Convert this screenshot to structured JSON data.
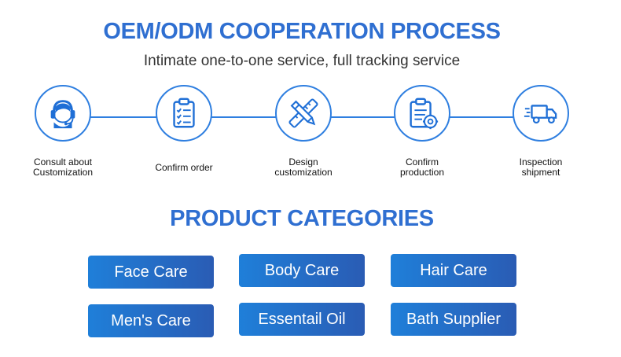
{
  "header": {
    "title": "OEM/ODM COOPERATION PROCESS",
    "subtitle": "Intimate one-to-one service, full tracking service"
  },
  "process": {
    "steps": [
      {
        "label": "Consult about\nCustomization",
        "icon": "headset-support-icon"
      },
      {
        "label": "Confirm order",
        "icon": "clipboard-checklist-icon"
      },
      {
        "label": "Design\ncustomization",
        "icon": "pencil-ruler-icon"
      },
      {
        "label": "Confirm\nproduction",
        "icon": "document-gear-icon"
      },
      {
        "label": "Inspection\nshipment",
        "icon": "delivery-truck-icon"
      }
    ]
  },
  "categories": {
    "title": "PRODUCT CATEGORIES",
    "items": [
      {
        "label": "Face Care"
      },
      {
        "label": "Body Care"
      },
      {
        "label": "Hair Care"
      },
      {
        "label": "Men's Care"
      },
      {
        "label": "Essentail Oil"
      },
      {
        "label": "Bath Supplier"
      }
    ]
  },
  "colors": {
    "accent": "#2f6fd1",
    "line": "#2f7fe0",
    "button_start": "#1f7fd9",
    "button_end": "#2a5cb4"
  }
}
